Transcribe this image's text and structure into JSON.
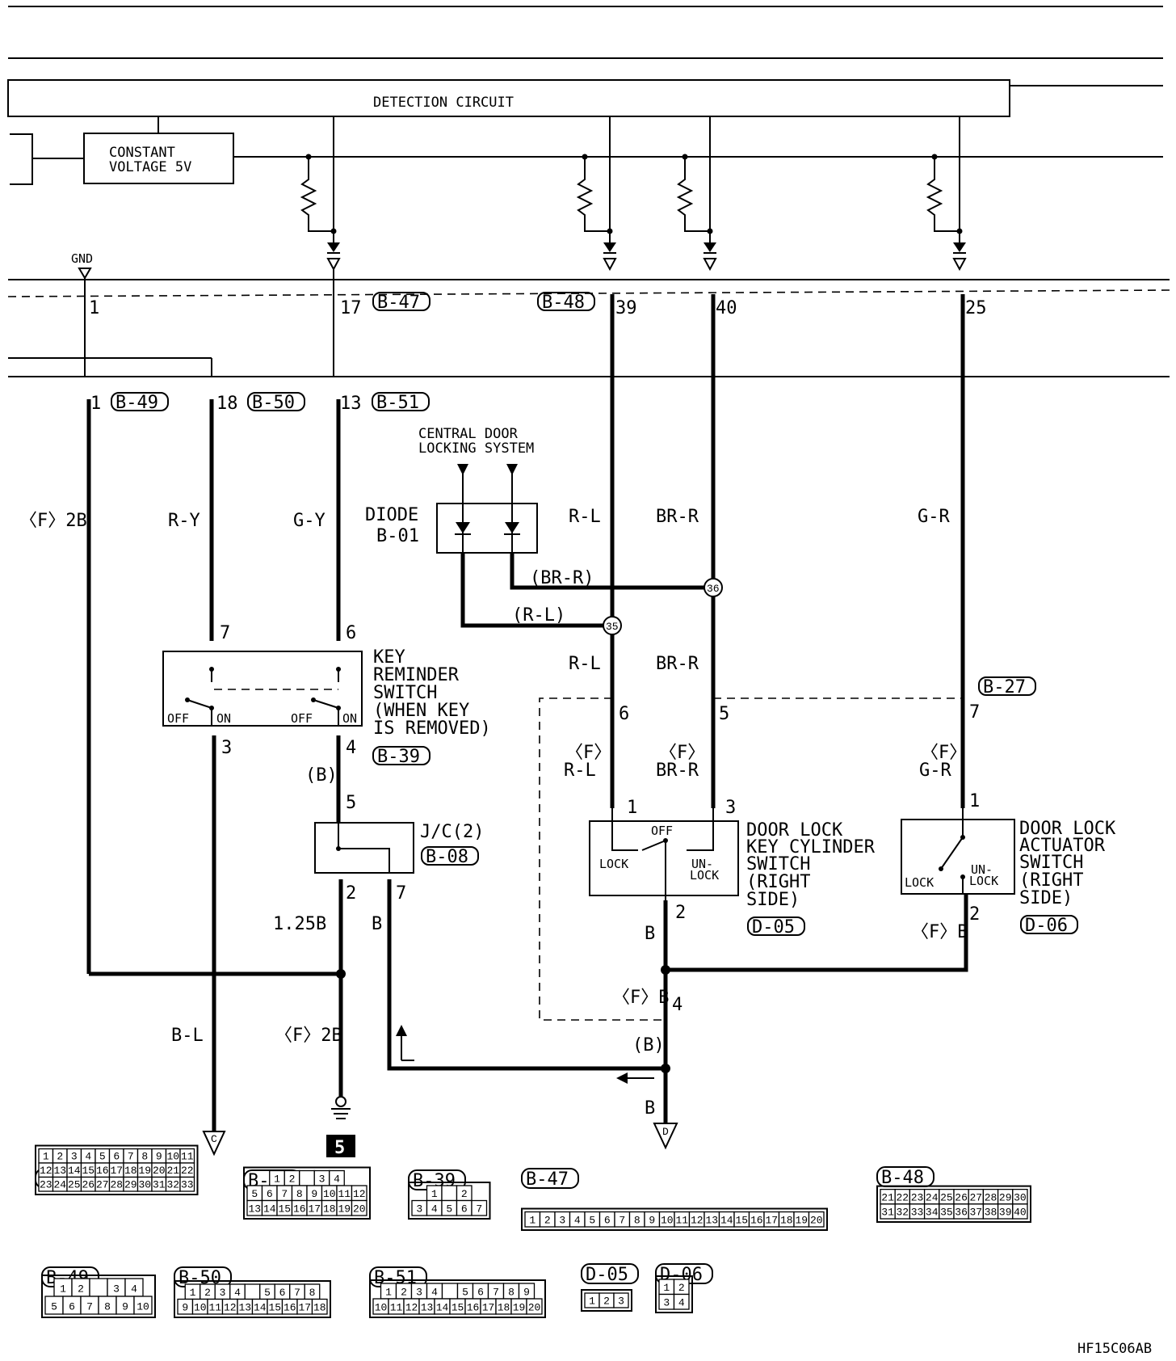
{
  "blocks": {
    "detection_circuit": "DETECTION CIRCUIT",
    "constant_voltage": [
      "CONSTANT",
      "VOLTAGE 5V"
    ],
    "gnd": "GND"
  },
  "ecu_pins": {
    "p1": "1",
    "p17": "17",
    "p39": "39",
    "p40": "40",
    "p25": "25"
  },
  "connectors": {
    "b47": "B-47",
    "b48": "B-48",
    "b49": "B-49",
    "b50": "B-50",
    "b51": "B-51",
    "b39": "B-39",
    "b08": "B-08",
    "b27": "B-27",
    "d05": "D-05",
    "d06": "D-06"
  },
  "junction_pins": {
    "j1": "1",
    "j18": "18",
    "j13": "13"
  },
  "wires": {
    "f2b": "〈F〉2B",
    "ry": "R-Y",
    "gy": "G-Y",
    "rl": "R-L",
    "brr": "BR-R",
    "gr": "G-R",
    "brr_paren": "(BR-R)",
    "rl_paren": "(R-L)",
    "rl2": "R-L",
    "brr2": "BR-R",
    "f_rl": [
      "〈F〉",
      "R-L"
    ],
    "f_brr": [
      "〈F〉",
      "BR-R"
    ],
    "f_gr": [
      "〈F〉",
      "G-R"
    ],
    "b_paren": "(B)",
    "b125": "1.25B",
    "b": "B",
    "bl": "B-L",
    "f2b_low": "〈F〉2B",
    "fb": "〈F〉B",
    "fb2": "〈F〉B",
    "b_paren2": "(B)",
    "b_mid": "B",
    "b_low": "B"
  },
  "central_locking": [
    "CENTRAL DOOR",
    "LOCKING SYSTEM"
  ],
  "diode": [
    "DIODE",
    "B-01"
  ],
  "splices": {
    "s35": "35",
    "s36": "36"
  },
  "key_reminder": {
    "title": [
      "KEY",
      "REMINDER",
      "SWITCH",
      "(WHEN KEY",
      "IS REMOVED)"
    ],
    "pins": {
      "p7": "7",
      "p6": "6",
      "p3": "3",
      "p4": "4"
    },
    "off": "OFF",
    "on": "ON"
  },
  "jc2": {
    "title": "J/C(2)",
    "pins": {
      "p5": "5",
      "p2": "2",
      "p7": "7"
    }
  },
  "door_lock_key": {
    "title": [
      "DOOR LOCK",
      "KEY CYLINDER",
      "SWITCH",
      "(RIGHT",
      "SIDE)"
    ],
    "pins": {
      "p6": "6",
      "p5": "5",
      "p1": "1",
      "p3": "3",
      "p2": "2",
      "p4": "4"
    },
    "off": "OFF",
    "lock": "LOCK",
    "unlock": [
      "UN-",
      "LOCK"
    ]
  },
  "door_lock_actuator": {
    "title": [
      "DOOR LOCK",
      "ACTUATOR",
      "SWITCH",
      "(RIGHT",
      "SIDE)"
    ],
    "pins": {
      "p7": "7",
      "p1": "1",
      "p2": "2"
    },
    "lock": "LOCK",
    "unlock": [
      "UN-",
      "LOCK"
    ]
  },
  "grounds": {
    "c": "C",
    "d": "D",
    "five": "5"
  },
  "connector_views": {
    "b08": {
      "label": "B-08",
      "rows": [
        [
          "1",
          "2",
          "3",
          "4",
          "5",
          "6",
          "7",
          "8",
          "9",
          "10",
          "11"
        ],
        [
          "12",
          "13",
          "14",
          "15",
          "16",
          "17",
          "18",
          "19",
          "20",
          "21",
          "22"
        ],
        [
          "23",
          "24",
          "25",
          "26",
          "27",
          "28",
          "29",
          "30",
          "31",
          "32",
          "33"
        ]
      ]
    },
    "b27": {
      "label": "B-27",
      "rows": [
        [
          "1",
          "2",
          "",
          "3",
          "4"
        ],
        [
          "5",
          "6",
          "7",
          "8",
          "9",
          "10",
          "11",
          "12"
        ],
        [
          "13",
          "14",
          "15",
          "16",
          "17",
          "18",
          "19",
          "20"
        ]
      ]
    },
    "b39": {
      "label": "B-39",
      "rows": [
        [
          "1",
          "",
          "2"
        ],
        [
          "3",
          "4",
          "5",
          "6",
          "7"
        ]
      ]
    },
    "b47": {
      "label": "B-47",
      "rows": [
        [
          "1",
          "2",
          "3",
          "4",
          "5",
          "6",
          "7",
          "8",
          "9",
          "10",
          "11",
          "12",
          "13",
          "14",
          "15",
          "16",
          "17",
          "18",
          "19",
          "20"
        ]
      ]
    },
    "b48": {
      "label": "B-48",
      "rows": [
        [
          "21",
          "22",
          "23",
          "24",
          "25",
          "26",
          "27",
          "28",
          "29",
          "30"
        ],
        [
          "31",
          "32",
          "33",
          "34",
          "35",
          "36",
          "37",
          "38",
          "39",
          "40"
        ]
      ]
    },
    "b49": {
      "label": "B-49",
      "rows": [
        [
          "1",
          "2",
          "",
          "3",
          "4"
        ],
        [
          "5",
          "6",
          "7",
          "8",
          "9",
          "10"
        ]
      ]
    },
    "b50": {
      "label": "B-50",
      "rows": [
        [
          "1",
          "2",
          "3",
          "4",
          "",
          "5",
          "6",
          "7",
          "8"
        ],
        [
          "9",
          "10",
          "11",
          "12",
          "13",
          "14",
          "15",
          "16",
          "17",
          "18"
        ]
      ]
    },
    "b51": {
      "label": "B-51",
      "rows": [
        [
          "1",
          "2",
          "3",
          "4",
          "",
          "5",
          "6",
          "7",
          "8",
          "9"
        ],
        [
          "10",
          "11",
          "12",
          "13",
          "14",
          "15",
          "16",
          "17",
          "18",
          "19",
          "20"
        ]
      ]
    },
    "d05": {
      "label": "D-05",
      "rows": [
        [
          "1",
          "2",
          "3"
        ]
      ]
    },
    "d06": {
      "label": "D-06",
      "rows": [
        [
          "1",
          "2"
        ],
        [
          "3",
          "4"
        ]
      ]
    }
  },
  "figure_code": "HF15C06AB"
}
